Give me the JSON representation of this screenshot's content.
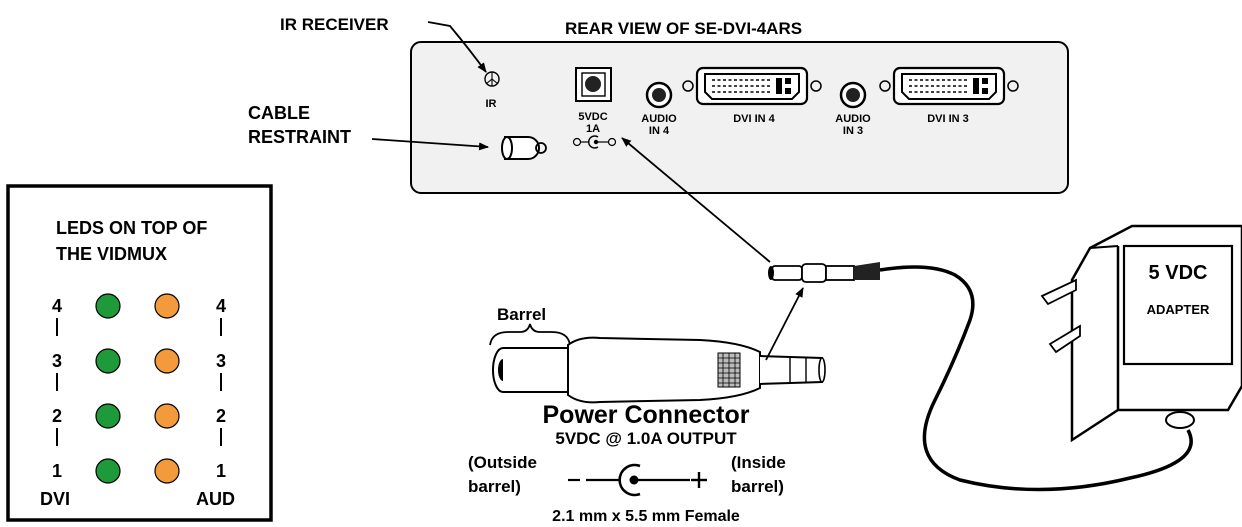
{
  "header": {
    "ir_receiver": "IR RECEIVER",
    "rear_view_title": "REAR VIEW OF SE-DVI-4ARS",
    "cable_restraint_line1": "CABLE",
    "cable_restraint_line2": "RESTRAINT"
  },
  "rear_panel": {
    "ir": "IR",
    "power_line1": "5VDC",
    "power_line2": "1A",
    "audio4_line1": "AUDIO",
    "audio4_line2": "IN 4",
    "dvi4": "DVI IN 4",
    "audio3_line1": "AUDIO",
    "audio3_line2": "IN 3",
    "dvi3": "DVI IN 3"
  },
  "led_box": {
    "title_line1": "LEDS ON TOP OF",
    "title_line2": "THE VIDMUX",
    "rows": [
      {
        "dvi": "4",
        "aud": "4"
      },
      {
        "dvi": "3",
        "aud": "3"
      },
      {
        "dvi": "2",
        "aud": "2"
      },
      {
        "dvi": "1",
        "aud": "1"
      }
    ],
    "dvi_label": "DVI",
    "aud_label": "AUD",
    "dvi_led_color": "#1f9a3a",
    "aud_led_color": "#f39a3c"
  },
  "connector": {
    "barrel": "Barrel",
    "title": "Power Connector",
    "subtitle": "5VDC @ 1.0A OUTPUT",
    "outside_line1": "(Outside",
    "outside_line2": "barrel)",
    "inside_line1": "(Inside",
    "inside_line2": "barrel)",
    "size": "2.1 mm x 5.5 mm Female"
  },
  "adapter": {
    "voltage": "5 VDC",
    "label": "ADAPTER"
  },
  "colors": {
    "panel_fill": "#f1f1f1",
    "panel_stroke": "#000000"
  }
}
